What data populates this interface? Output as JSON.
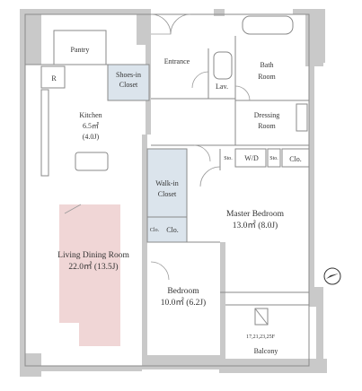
{
  "rooms": {
    "pantry": "Pantry",
    "refrigerator": "R",
    "entrance": "Entrance",
    "shoes_closet": [
      "Shoes-in",
      "Closet"
    ],
    "lav": "Lav.",
    "bath": [
      "Bath",
      "Room"
    ],
    "kitchen": [
      "Kitchen",
      "6.5㎡",
      "(4.0J)"
    ],
    "dressing": [
      "Dressing",
      "Room"
    ],
    "sto_left": "Sto.",
    "wd": "W/D",
    "sto_right": "Sto.",
    "clo_right": "Clo.",
    "walk_in": [
      "Walk-in",
      "Closet"
    ],
    "clo_small1": "Clo.",
    "clo_small2": "Clo.",
    "master": [
      "Master Bedroom",
      "13.0㎡  (8.0J)"
    ],
    "ldr": [
      "Living Dining Room",
      "22.0㎡  (13.5J)"
    ],
    "bedroom": [
      "Bedroom",
      "10.0㎡  (6.2J)"
    ],
    "floors": "17,21,23,25F",
    "balcony": "Balcony"
  },
  "colors": {
    "wall": "#c9c9c9",
    "ldr_highlight": "#f0d6d6",
    "closet_fill": "#dbe4ec",
    "line": "#8a8a8a"
  },
  "icons": [
    "north-arrow-icon",
    "ac-unit-icon",
    "bathtub-icon",
    "sink-icon",
    "toilet-icon"
  ]
}
